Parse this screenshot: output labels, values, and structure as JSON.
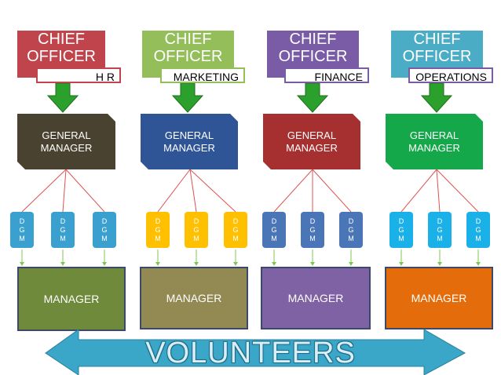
{
  "chief_line1": "CHIEF",
  "chief_line2": "OFFICER",
  "general_manager": "GENERAL\nMANAGER",
  "dgm_letters": [
    "D",
    "G",
    "M"
  ],
  "manager": "MANAGER",
  "volunteers": "VOLUNTEERS",
  "departments": [
    {
      "name": "H R",
      "chief_color": "#c0444c",
      "gm_color": "#4a4230",
      "dgm_color": "#3aa0d0",
      "mgr_color": "#6e8a3a"
    },
    {
      "name": "MARKETING",
      "chief_color": "#94be5a",
      "gm_color": "#2f5597",
      "dgm_color": "#ffc000",
      "mgr_color": "#938953"
    },
    {
      "name": "FINANCE",
      "chief_color": "#7a5ba6",
      "gm_color": "#a5302f",
      "dgm_color": "#4a76b8",
      "mgr_color": "#7f62a3"
    },
    {
      "name": "OPERATIONS",
      "chief_color": "#4bacc6",
      "gm_color": "#14a84a",
      "dgm_color": "#1ab0e8",
      "mgr_color": "#e46c0a"
    }
  ],
  "colors": {
    "arrow_green": "#2ca02c",
    "connector_red": "#e05050",
    "connector_green": "#7ec850",
    "volunteer_arrow": "#3aa6c8"
  }
}
